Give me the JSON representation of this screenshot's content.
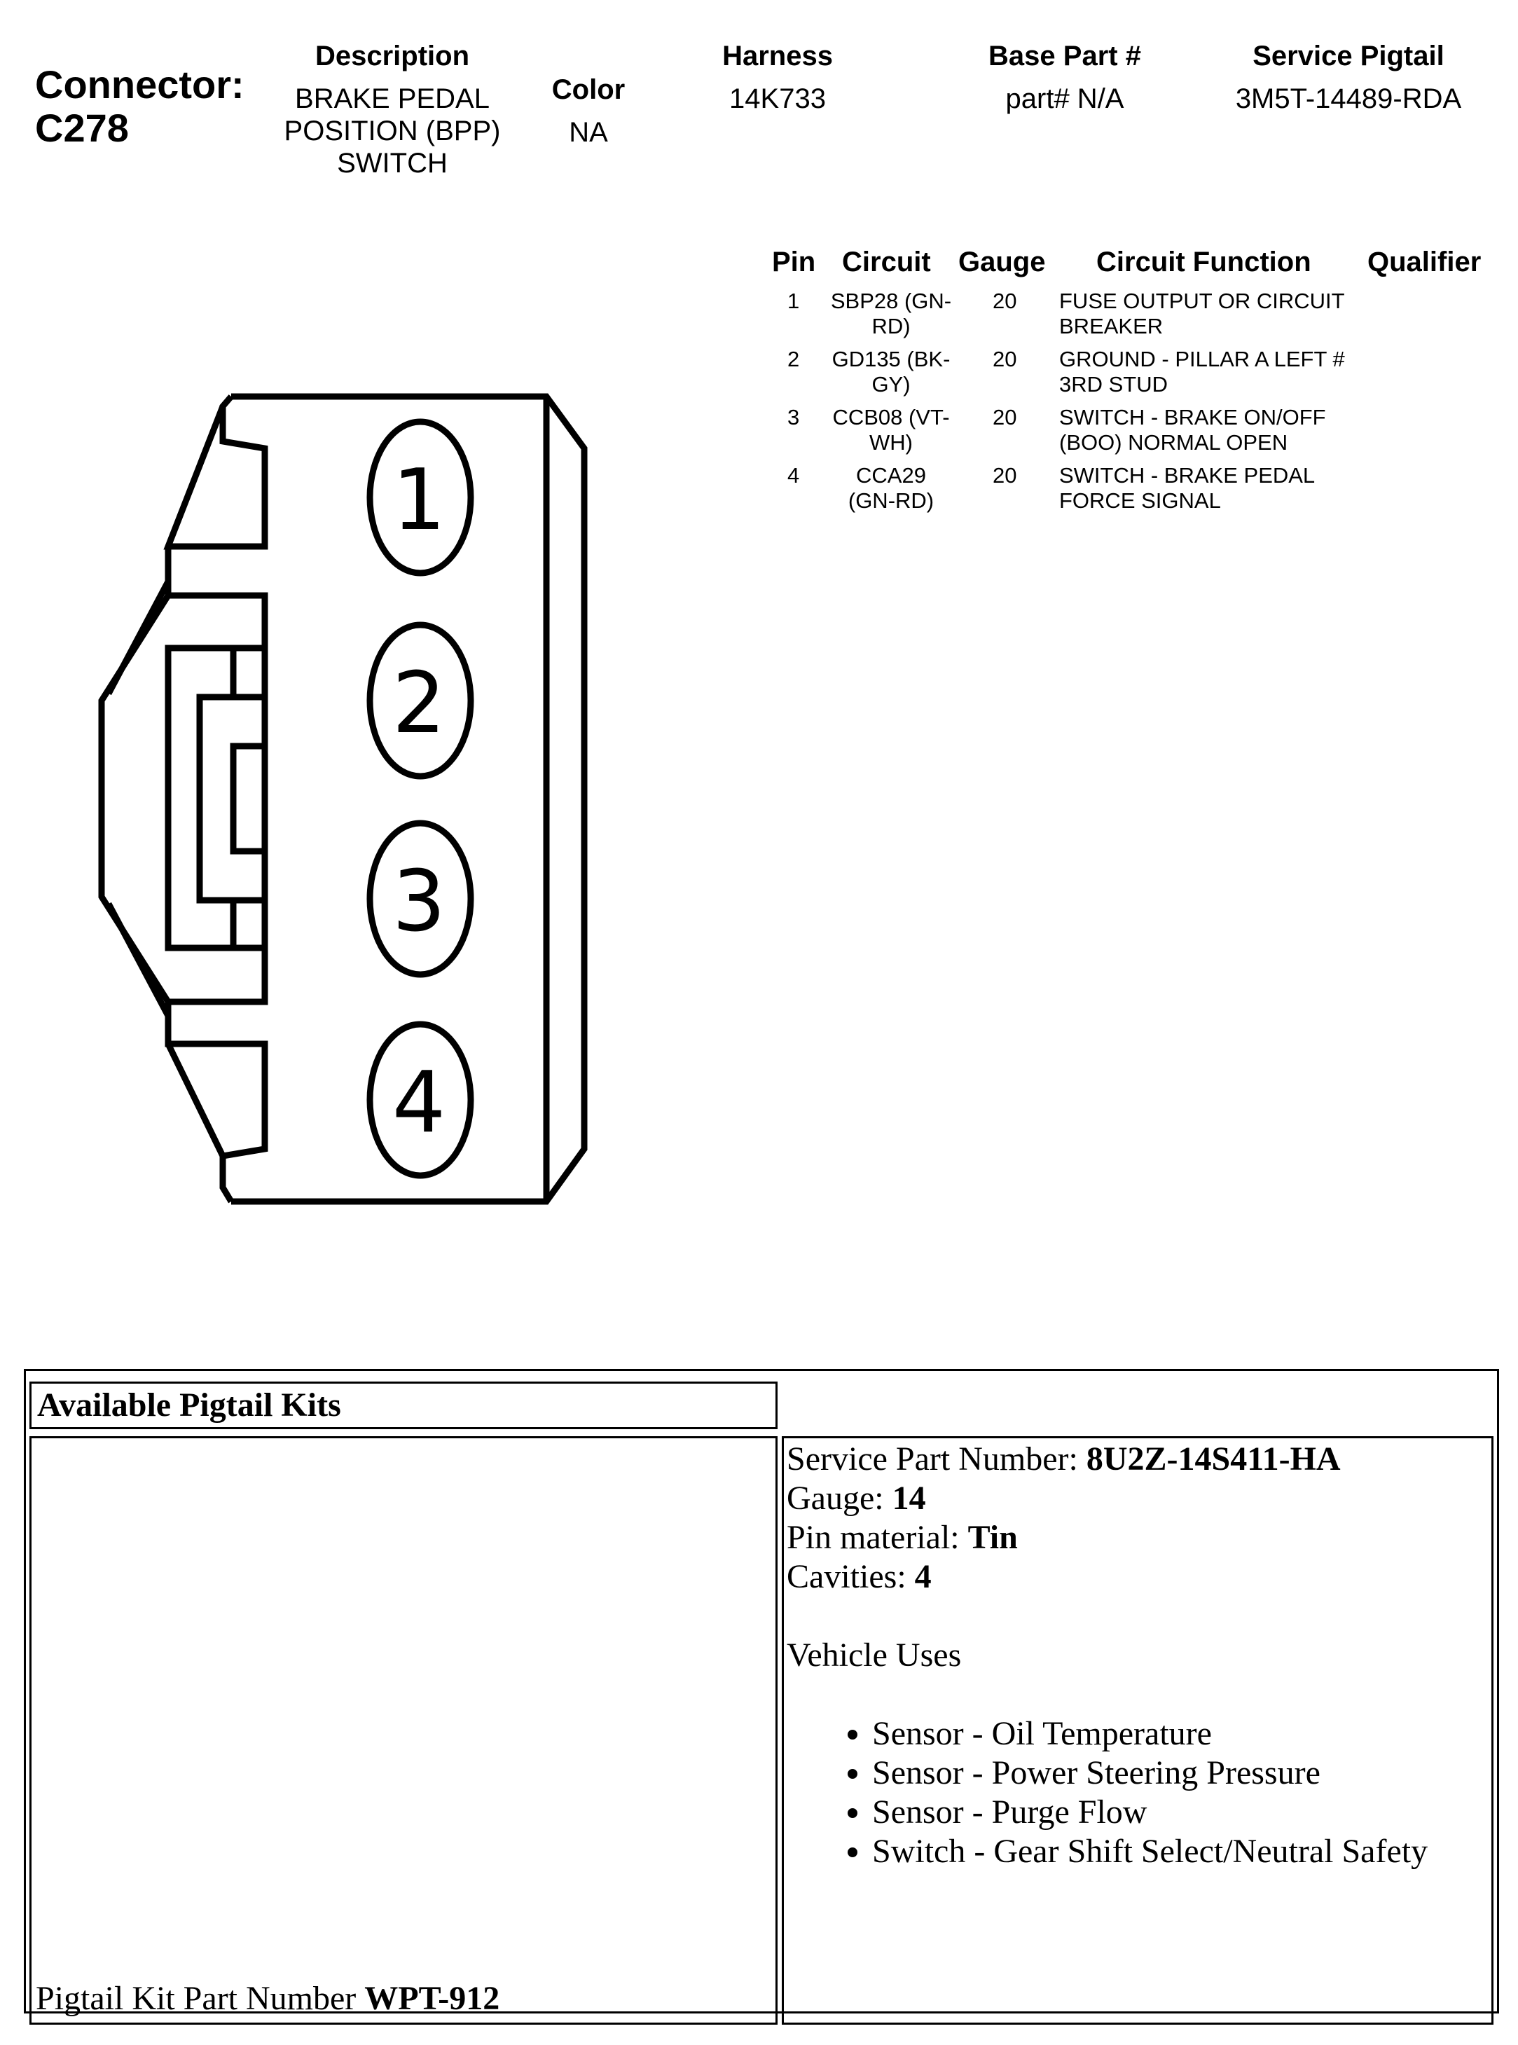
{
  "connector": {
    "label": "Connector:",
    "id": "C278"
  },
  "header": {
    "description_label": "Description",
    "description_lines": [
      "BRAKE PEDAL",
      "POSITION (BPP)",
      "SWITCH"
    ],
    "color_label": "Color",
    "color_value": "NA",
    "harness_label": "Harness",
    "harness_value": "14K733",
    "base_part_label": "Base Part #",
    "base_part_value": "part# N/A",
    "service_pigtail_label": "Service Pigtail",
    "service_pigtail_value": "3M5T-14489-RDA"
  },
  "pin_table": {
    "headers": {
      "pin": "Pin",
      "circuit": "Circuit",
      "gauge": "Gauge",
      "function": "Circuit Function",
      "qualifier": "Qualifier"
    },
    "rows": [
      {
        "pin": "1",
        "circuit": [
          "SBP28 (GN-",
          "RD)"
        ],
        "gauge": "20",
        "function": [
          "FUSE OUTPUT OR CIRCUIT",
          "BREAKER"
        ]
      },
      {
        "pin": "2",
        "circuit": [
          "GD135 (BK-",
          "GY)"
        ],
        "gauge": "20",
        "function": [
          "GROUND - PILLAR A LEFT #",
          "3RD STUD"
        ]
      },
      {
        "pin": "3",
        "circuit": [
          "CCB08 (VT-",
          "WH)"
        ],
        "gauge": "20",
        "function": [
          "SWITCH - BRAKE ON/OFF",
          "(BOO) NORMAL OPEN"
        ]
      },
      {
        "pin": "4",
        "circuit": [
          "CCA29",
          "(GN-RD)"
        ],
        "gauge": "20",
        "function": [
          "SWITCH - BRAKE PEDAL",
          "FORCE SIGNAL"
        ]
      }
    ]
  },
  "diagram": {
    "pins": [
      "1",
      "2",
      "3",
      "4"
    ]
  },
  "pigtail": {
    "heading": "Available Pigtail Kits",
    "kit_label": "Pigtail Kit Part Number ",
    "kit_number": "WPT-912",
    "service_part_label": "Service Part Number: ",
    "service_part_value": "8U2Z-14S411-HA",
    "gauge_label": "Gauge: ",
    "gauge_value": "14",
    "pin_material_label": "Pin material: ",
    "pin_material_value": "Tin",
    "cavities_label": "Cavities: ",
    "cavities_value": "4",
    "vehicle_uses_label": "Vehicle Uses",
    "vehicle_uses": [
      "Sensor - Oil Temperature",
      "Sensor - Power Steering Pressure",
      "Sensor - Purge Flow",
      "Switch - Gear Shift Select/Neutral Safety"
    ]
  }
}
